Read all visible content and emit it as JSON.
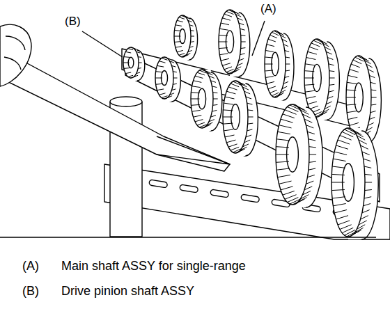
{
  "diagram": {
    "labels": [
      "(A)",
      "(B)",
      "(A)",
      "Main shaft ASSY for single-range",
      "(B)",
      "Drive pinion shaft ASSY"
    ]
  }
}
